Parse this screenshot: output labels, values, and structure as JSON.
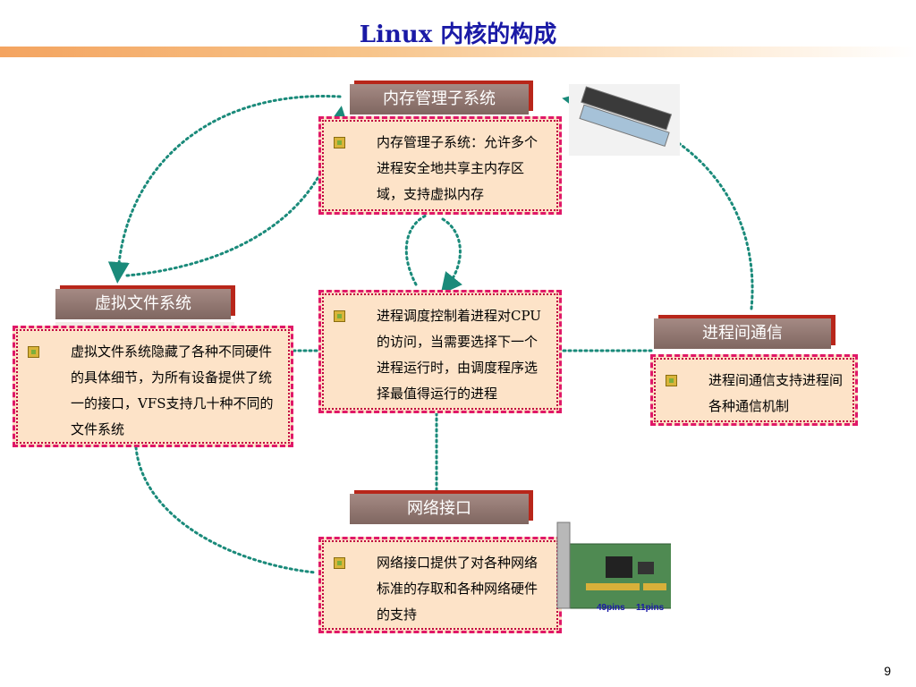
{
  "title": "Linux 内核的构成",
  "page_number": "9",
  "nodes": {
    "memory": {
      "header": "内存管理子系统",
      "text": "内存管理子系统：允许多个进程安全地共享主内存区域，支持虚拟内存"
    },
    "vfs": {
      "header": "虚拟文件系统",
      "text": "虚拟文件系统隐藏了各种不同硬件的具体细节，为所有设备提供了统一的接口，VFS支持几十种不同的文件系统"
    },
    "scheduler": {
      "text": "进程调度控制着进程对CPU的访问，当需要选择下一个进程运行时，由调度程序选择最值得运行的进程"
    },
    "ipc": {
      "header": "进程间通信",
      "text": "进程间通信支持进程间各种通信机制"
    },
    "network": {
      "header": "网络接口",
      "text": "网络接口提供了对各种网络标准的存取和各种网络硬件的支持"
    }
  },
  "nic_labels": {
    "pins_49": "49pins",
    "pins_11": "11pins"
  },
  "colors": {
    "title": "#1a1aa6",
    "header_bg": "#8f746e",
    "box_bg": "#fde3c8",
    "box_border": "#e01868",
    "connector": "#1a8a7a"
  }
}
